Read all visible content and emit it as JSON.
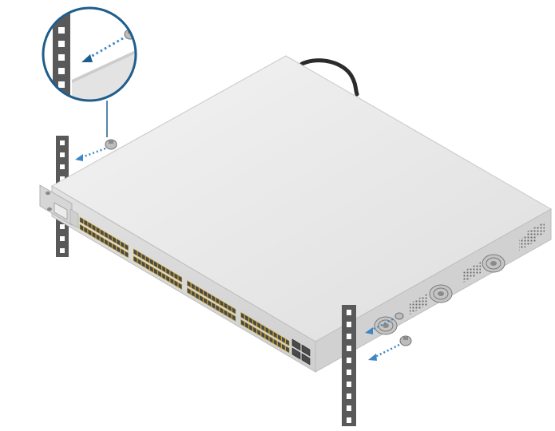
{
  "figure": {
    "description_visible_text": "",
    "port_rows": 2,
    "ports_per_group": 12,
    "port_groups": 4,
    "sfp_ports": 4,
    "fans": 3,
    "mounting_screws": 4
  },
  "colors": {
    "chassis_top": "#e8e8e8",
    "chassis_front": "#d9d9d9",
    "chassis_side": "#cfcfcf",
    "port_dark": "#4a4a4a",
    "port_amber": "#c9a227",
    "rail": "#595959",
    "rail_hole": "#ffffff",
    "callout_ring": "#1f5e8c",
    "arrow_dots": "#3f86c4",
    "cable": "#2b2b2b",
    "screw": "#bdbdbd"
  },
  "icons": {
    "callout": "zoom-callout-circle",
    "screw": "cage-nut-screw-icon",
    "arrow": "dotted-insert-arrow-icon",
    "fan": "fan-grille-icon"
  }
}
